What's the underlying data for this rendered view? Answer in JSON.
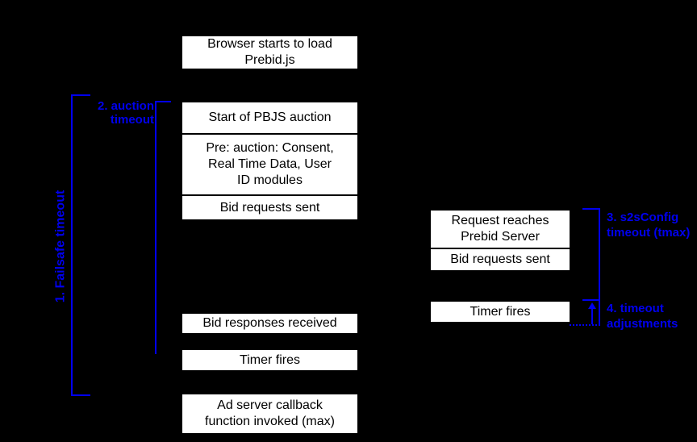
{
  "colors": {
    "background": "#000000",
    "accent_blue": "#0000ee",
    "box_fill": "#ffffff",
    "box_text": "#000000"
  },
  "page_timeline": {
    "browser_load": "Browser starts to load\nPrebid.js",
    "start_auction": "Start of PBJS auction",
    "pre_auction": "Pre: auction: Consent,\nReal Time Data, User\nID modules",
    "bid_requests_sent": "Bid requests sent",
    "bid_responses_received": "Bid responses received",
    "timer_fires": "Timer fires",
    "ad_server_callback": "Ad server callback\nfunction invoked (max)"
  },
  "server_timeline": {
    "request_reaches_server": "Request reaches\nPrebid Server",
    "bid_requests_sent": "Bid requests sent",
    "timer_fires": "Timer fires"
  },
  "annotations": {
    "failsafe_timeout": "1. Failsafe timeout",
    "auction_timeout": "2. auction\ntimeout",
    "s2s_timeout": "3. s2sConfig\ntimeout (tmax)",
    "timeout_adjustments": "4. timeout\nadjustments"
  }
}
